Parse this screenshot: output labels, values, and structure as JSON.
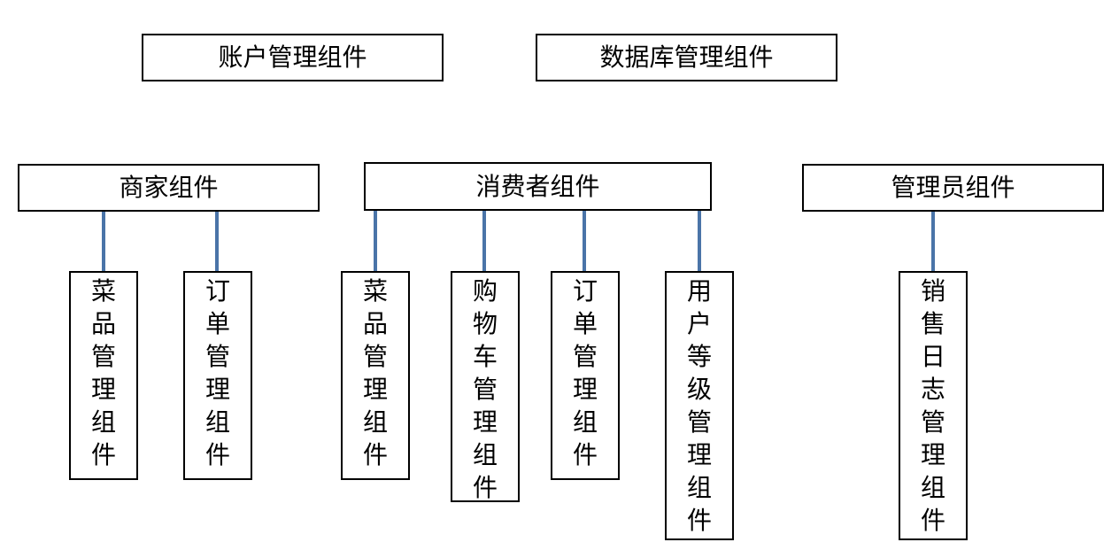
{
  "colors": {
    "connector": "#4a74a8",
    "box_border": "#000000",
    "text": "#000000"
  },
  "top_components": {
    "account": "账户管理组件",
    "database": "数据库管理组件"
  },
  "groups": {
    "merchant": {
      "label": "商家组件",
      "children": [
        "菜品管理组件",
        "订单管理组件"
      ]
    },
    "consumer": {
      "label": "消费者组件",
      "children": [
        "菜品管理组件",
        "购物车管理组件",
        "订单管理组件",
        "用户等级管理组件"
      ]
    },
    "admin": {
      "label": "管理员组件",
      "children": [
        "销售日志管理组件"
      ]
    }
  }
}
